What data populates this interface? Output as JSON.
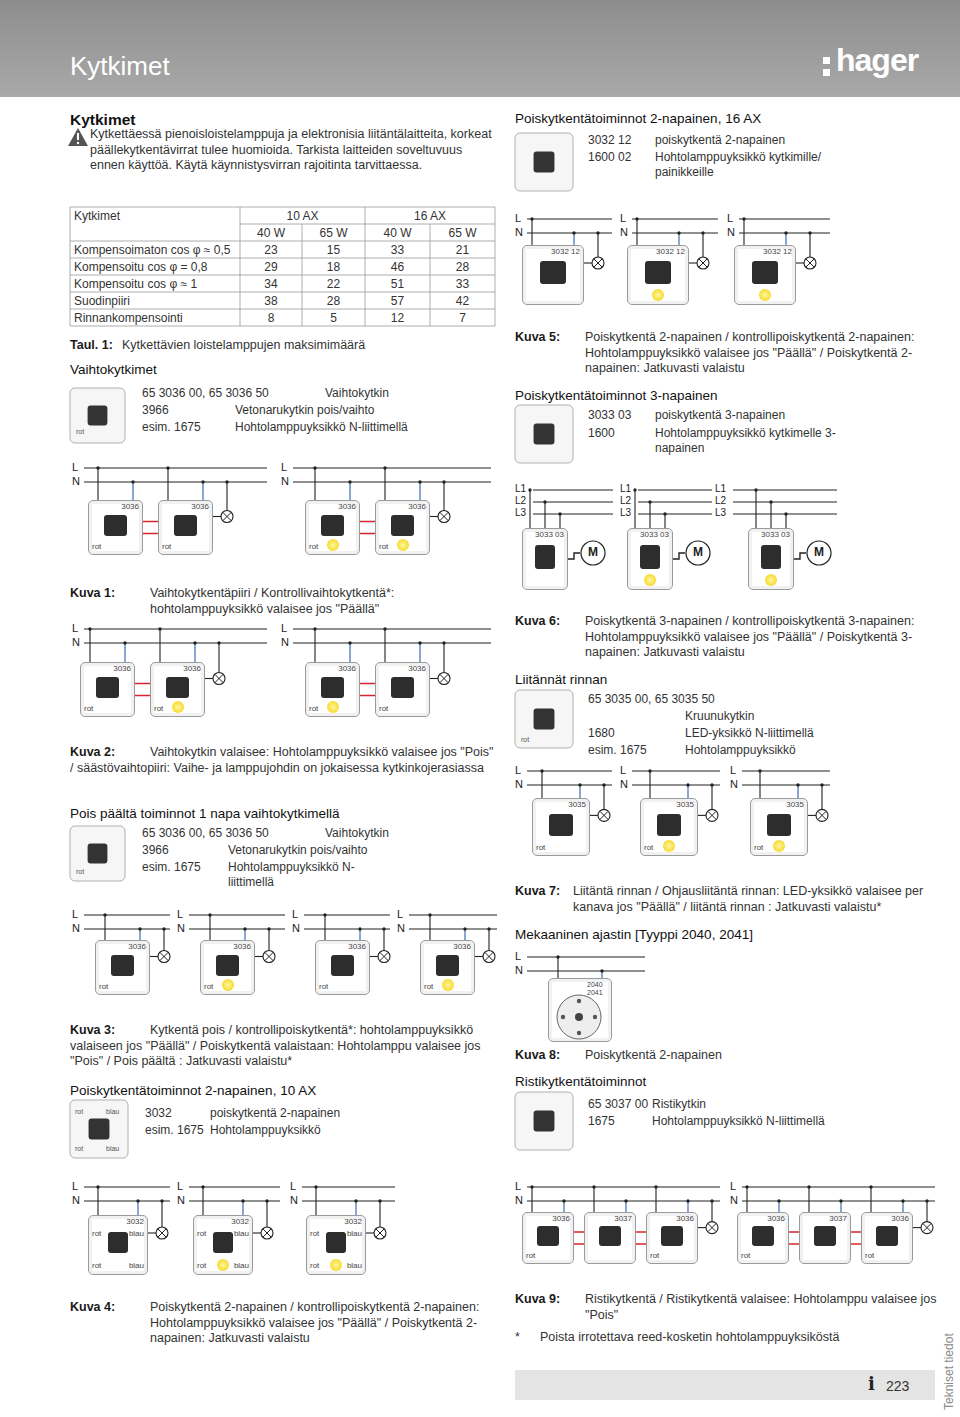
{
  "diagram": {
    "title": "Kytkimet",
    "nodes": [
      {
        "text": [
          "3036",
          "rot"
        ]
      },
      {
        "text": [
          "3036",
          "rot"
        ]
      },
      {
        "text": [
          "3036",
          "rot"
        ]
      },
      {
        "text": [
          "3036",
          "rot"
        ]
      },
      {
        "text": [
          "3036",
          "rot"
        ]
      },
      {
        "text": [
          "3036",
          "rot"
        ]
      },
      {
        "text": [
          "3036",
          "rot"
        ]
      },
      {
        "text": [
          "3036",
          "rot"
        ]
      },
      {
        "text": [
          "3036",
          "rot"
        ]
      },
      {
        "text": [
          "3036",
          "rot"
        ]
      },
      {
        "text": [
          "3036",
          "rot"
        ]
      },
      {
        "text": [
          "3036",
          "rot"
        ]
      },
      {
        "text": [
          "3032",
          "rot",
          "blau",
          "rot",
          "blau"
        ]
      },
      {
        "text": [
          "3032",
          "rot",
          "blau",
          "rot",
          "blau"
        ]
      },
      {
        "text": [
          "3032",
          "rot",
          "blau",
          "rot",
          "blau"
        ]
      },
      {
        "text": [
          "3032 12"
        ]
      },
      {
        "text": [
          "3032 12"
        ]
      },
      {
        "text": [
          "3032 12"
        ]
      },
      {
        "text": [
          "3033 03"
        ]
      },
      {
        "text": [
          "M"
        ]
      },
      {
        "text": [
          "3033 03"
        ]
      },
      {
        "text": [
          "M"
        ]
      },
      {
        "text": [
          "3033 03"
        ]
      },
      {
        "text": [
          "M"
        ]
      },
      {
        "text": [
          "3035",
          "rot"
        ]
      },
      {
        "text": [
          "3035",
          "rot"
        ]
      },
      {
        "text": [
          "3035",
          "rot"
        ]
      },
      {
        "text": [
          "2040 2041"
        ]
      },
      {
        "text": [
          "3036",
          "rot"
        ]
      },
      {
        "text": [
          "3037"
        ]
      },
      {
        "text": [
          "3036",
          "rot"
        ]
      },
      {
        "text": [
          "3036",
          "rot"
        ]
      },
      {
        "text": [
          "3037"
        ]
      },
      {
        "text": [
          "3036",
          "rot"
        ]
      }
    ],
    "edges": [
      {
        "from": 0,
        "to": 1,
        "arrow": "none"
      },
      {
        "from": 2,
        "to": 3,
        "arrow": "none"
      },
      {
        "from": 4,
        "to": 5,
        "arrow": "none"
      },
      {
        "from": 6,
        "to": 7,
        "arrow": "none"
      },
      {
        "from": 18,
        "to": 19,
        "arrow": "none"
      },
      {
        "from": 20,
        "to": 21,
        "arrow": "none"
      },
      {
        "from": 22,
        "to": 23,
        "arrow": "none"
      },
      {
        "from": 28,
        "to": 29,
        "arrow": "none"
      },
      {
        "from": 29,
        "to": 30,
        "arrow": "none"
      },
      {
        "from": 31,
        "to": 32,
        "arrow": "none"
      },
      {
        "from": 32,
        "to": 33,
        "arrow": "none"
      }
    ],
    "labels": [
      "hager",
      "Kytkimet",
      "Kytkettäessä pienoisloistelamppuja ja elektronisia liitäntälaitteita, korkeat päällekytkentävirrat tulee huomioida. Tarkista laitteiden soveltuvuus ennen käyttöä. Käytä käynnistysvirran rajoitinta tarvittaessa.",
      "Kytkimet",
      "10 AX",
      "16 AX",
      "40 W",
      "65 W",
      "40 W",
      "65 W",
      "Kompensoimaton cos φ ≈ 0,5",
      "23",
      "15",
      "33",
      "21",
      "Kompensoitu cos φ = 0,8",
      "29",
      "18",
      "46",
      "28",
      "Kompensoitu cos φ ≈ 1",
      "34",
      "22",
      "51",
      "33",
      "Suodinpiiri",
      "38",
      "28",
      "57",
      "42",
      "Rinnankompensointi",
      "8",
      "5",
      "12",
      "7",
      "Taul. 1:",
      "Kytkettävien loistelamppujen maksimimäärä",
      "Vaihtokytkimet",
      "rot",
      "65 3036 00, 65 3036 50",
      "Vaihtokytkin",
      "3966",
      "Vetonarukytkin pois/vaihto",
      "esim. 1675",
      "Hohtolamppuyksikkö N-liittimellä",
      "L",
      "N",
      "L",
      "N",
      "Kuva 1:",
      "Vaihtokytkentäpiiri / Kontrollivaihtokytkentä*: hohtolamppuyksikkö valaisee jos \"Päällä\"",
      "L",
      "N",
      "L",
      "N",
      "Kuva 2:",
      "Vaihtokytkin valaisee: Hohtolamppuyksikkö valaisee jos \"Pois\" / säästövaihtopiiri: Vaihe- ja lamppujohdin on jokaisessa kytkinkojerasiassa",
      "Pois päältä toiminnot 1 napa vaihtokytkimellä",
      "rot",
      "65 3036 00, 65 3036 50",
      "Vaihtokytkin",
      "3966",
      "Vetonarukytkin pois/vaihto",
      "esim. 1675",
      "Hohtolamppuyksikkö N-liittimellä",
      "L",
      "N",
      "L",
      "N",
      "L",
      "N",
      "L",
      "N",
      "Kuva 3:",
      "Kytkentä pois / kontrollipoiskytkentä*: hohtolamppuyksikkö valaiseen jos \"Päällä\" / Poiskytkentä valaistaan: Hohtolamppu valaisee jos \"Pois\" / Pois päältä : Jatkuvasti valaistu*",
      "Poiskytkentätoiminnot 2-napainen, 10 AX",
      "rot",
      "blau",
      "rot",
      "blau",
      "3032",
      "poiskytkentä 2-napainen",
      "esim. 1675",
      "Hohtolamppuyksikkö",
      "L",
      "N",
      "L",
      "N",
      "L",
      "N",
      "Kuva 4:",
      "Poiskytkentä 2-napainen / kontrollipoiskytkentä 2-napainen: Hohtolamppuyksikkö valaisee jos \"Päällä\" / Poiskytkentä 2-napainen: Jatkuvasti valaistu",
      "Poiskytkentätoiminnot 2-napainen, 16 AX",
      "3032 12",
      "poiskytkentä 2-napainen",
      "1600 02",
      "Hohtolamppuyksikkö kytkimille/ painikkeille",
      "L",
      "N",
      "L",
      "N",
      "L",
      "N",
      "Kuva 5:",
      "Poiskytkentä 2-napainen / kontrollipoiskytkentä 2-napainen: Hohtolamppuyksikkö valaisee jos \"Päällä\" / Poiskytkentä 2-napainen: Jatkuvasti valaistu",
      "Poiskytkentätoiminnot 3-napainen",
      "3033 03",
      "poiskytkentä 3-napainen",
      "1600",
      "Hohtolamppuyksikkö kytkimelle 3-napainen",
      "L1",
      "L2",
      "L3",
      "L1",
      "L2",
      "L3",
      "L1",
      "L2",
      "L3",
      "Kuva 6:",
      "Poiskytkentä 3-napainen / kontrollipoiskytkentä 3-napainen: Hohtolamppuyksikkö valaisee jos \"Päällä\" / Poiskytkentä 3-napainen: Jatkuvasti valaistu",
      "Liitännät rinnan",
      "rot",
      "65 3035 00, 65 3035 50",
      "Kruunukytkin",
      "1680",
      "LED-yksikkö N-liittimellä",
      "esim. 1675",
      "Hohtolamppuyksikkö",
      "L",
      "N",
      "L",
      "N",
      "L",
      "N",
      "Kuva 7:",
      "Liitäntä rinnan / Ohjausliitäntä rinnan: LED-yksikkö valaisee per kanava jos \"Päällä\" / liitäntä rinnan : Jatkuvasti valaistu*",
      "Mekaaninen ajastin [Tyyppi 2040, 2041]",
      "L",
      "N",
      "Kuva 8:",
      "Poiskytkentä 2-napainen",
      "Ristikytkentätoiminnot",
      "65 3037 00",
      "Ristikytkin",
      "1675",
      "Hohtolamppuyksikkö N-liittimellä",
      "L",
      "N",
      "L",
      "N",
      "Kuva 9:",
      "Ristikytkentä / Ristikytkentä valaisee: Hohtolamppu valaisee jos \"Pois\"",
      "*",
      "Poista irrotettava reed-kosketin hohtolamppuyksiköstä",
      "i",
      "223",
      "Tekniset tiedot"
    ]
  }
}
